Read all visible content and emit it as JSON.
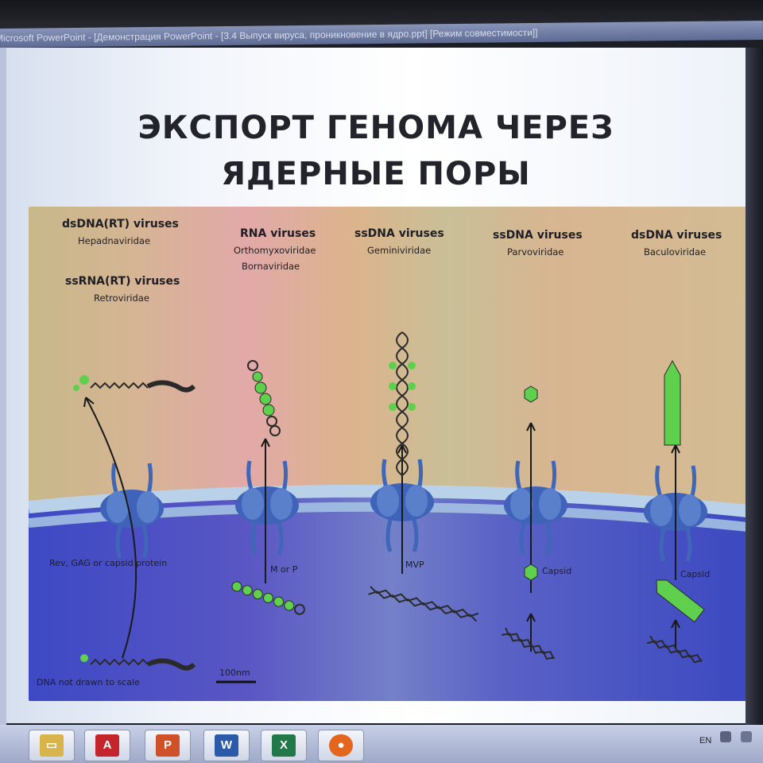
{
  "window": {
    "title": "Microsoft PowerPoint - [Демонстрация PowerPoint - [3.4 Выпуск вируса, проникновение в ядро.ppt] [Режим совместимости]]"
  },
  "slide": {
    "title_line1": "ЭКСПОРТ ГЕНОМА ЧЕРЕЗ",
    "title_line2": "ЯДЕРНЫЕ ПОРЫ"
  },
  "figure": {
    "groups": [
      {
        "heading": "dsDNA(RT) viruses",
        "families": [
          "Hepadnaviridae"
        ]
      },
      {
        "heading": "ssRNA(RT) viruses",
        "families": [
          "Retroviridae"
        ]
      },
      {
        "heading": "RNA viruses",
        "families": [
          "Orthomyxoviridae",
          "Bornaviridae"
        ]
      },
      {
        "heading": "ssDNA viruses",
        "families": [
          "Geminiviridae"
        ]
      },
      {
        "heading": "ssDNA viruses",
        "families": [
          "Parvoviridae"
        ]
      },
      {
        "heading": "dsDNA viruses",
        "families": [
          "Baculoviridae"
        ]
      }
    ],
    "annotations": {
      "rev_gag": "Rev, GAG or capsid protein",
      "m_or_p": "M or P",
      "mvp": "MVP",
      "capsid_parvo": "Capsid",
      "capsid_baculo": "Capsid",
      "scale_bar": "100nm",
      "footnote": "DNA not drawn to scale"
    },
    "colors": {
      "nucleus": "#4b55c2",
      "membrane": "#a9c6e4",
      "pore": "#3f63b8",
      "viral_protein": "#5fd04e",
      "nucleic_acid": "#2a2a2a"
    }
  },
  "taskbar": {
    "apps": [
      {
        "name": "explorer",
        "glyph": "▭"
      },
      {
        "name": "acrobat",
        "glyph": "A"
      },
      {
        "name": "powerpoint",
        "glyph": "P"
      },
      {
        "name": "word",
        "glyph": "W"
      },
      {
        "name": "excel",
        "glyph": "X"
      },
      {
        "name": "firefox",
        "glyph": "●"
      }
    ],
    "language": "EN"
  }
}
